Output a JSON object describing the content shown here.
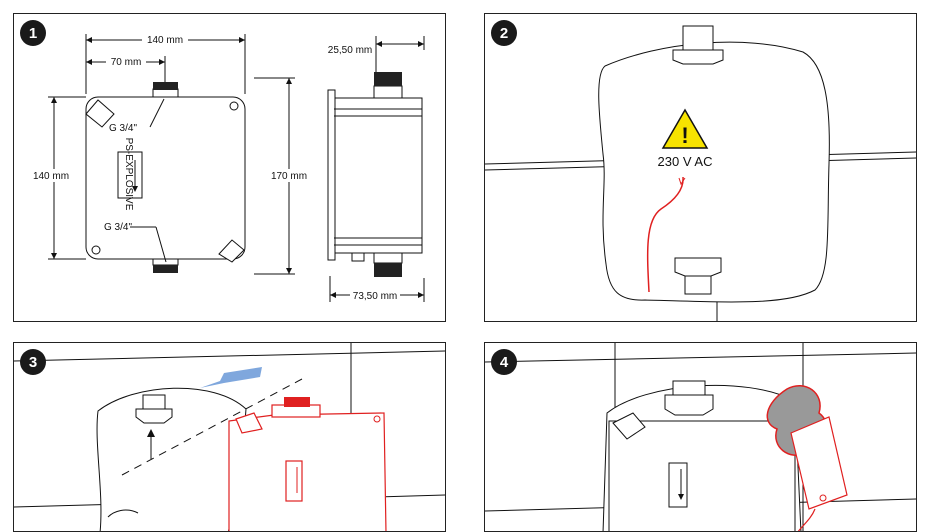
{
  "steps": [
    {
      "number": "1"
    },
    {
      "number": "2"
    },
    {
      "number": "3"
    },
    {
      "number": "4"
    }
  ],
  "step1": {
    "dim_width_top": "140 mm",
    "dim_half": "70 mm",
    "dim_height_left": "140 mm",
    "dim_height_right": "170 mm",
    "dim_depth_top": "25,50 mm",
    "dim_depth_bottom": "73,50 mm",
    "thread_top": "G 3/4\"",
    "thread_bottom": "G 3/4\""
  },
  "step2": {
    "voltage": "230 V AC",
    "warning_glyph": "!"
  },
  "label_plate": "PS-EXPLOSIVE",
  "colors": {
    "highlight": "#e02020",
    "arrow": "#7fa7dd",
    "warning_fill": "#f7e300",
    "seal": "#999999"
  }
}
